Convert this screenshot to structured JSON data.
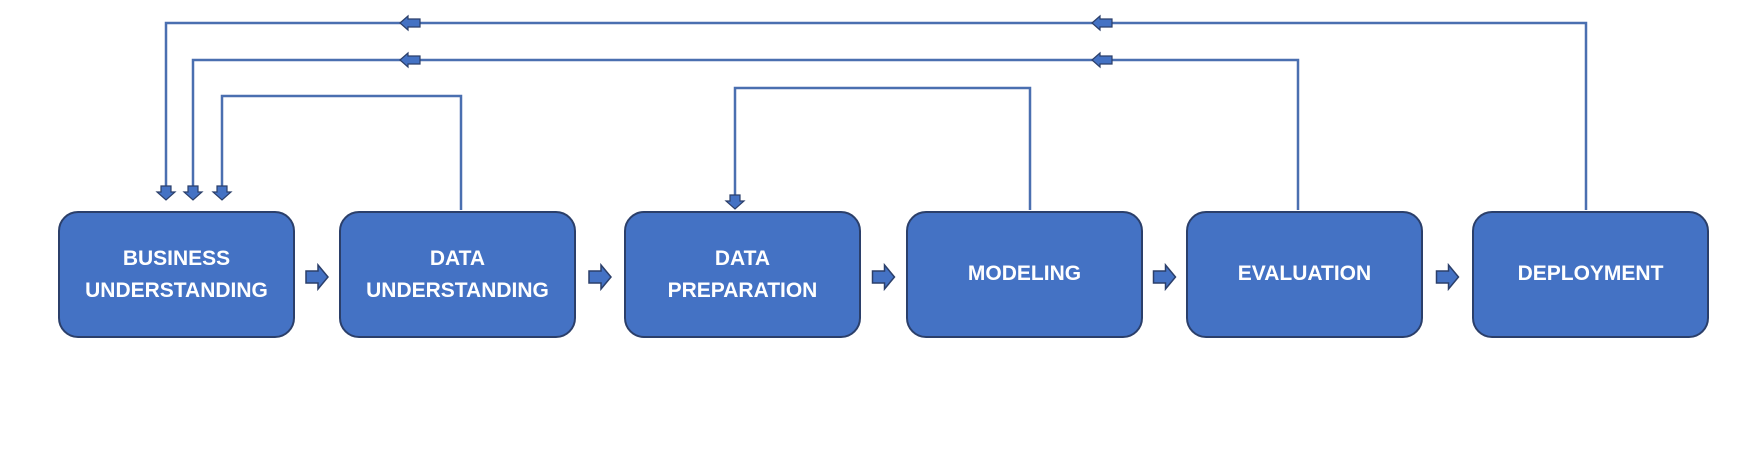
{
  "colors": {
    "box_fill": "#4472c4",
    "box_border": "#2b3f6a",
    "line": "#4a6fb0",
    "arrow_fill": "#4472c4",
    "arrow_stroke": "#2b3f6a",
    "text": "#ffffff"
  },
  "stages": [
    {
      "id": "business-understanding",
      "lines": [
        "BUSINESS",
        "UNDERSTANDING"
      ]
    },
    {
      "id": "data-understanding",
      "lines": [
        "DATA",
        "UNDERSTANDING"
      ]
    },
    {
      "id": "data-preparation",
      "lines": [
        "DATA",
        "PREPARATION"
      ]
    },
    {
      "id": "modeling",
      "lines": [
        "MODELING"
      ]
    },
    {
      "id": "evaluation",
      "lines": [
        "EVALUATION"
      ]
    },
    {
      "id": "deployment",
      "lines": [
        "DEPLOYMENT"
      ]
    }
  ],
  "forward_flow": [
    {
      "from": "business-understanding",
      "to": "data-understanding"
    },
    {
      "from": "data-understanding",
      "to": "data-preparation"
    },
    {
      "from": "data-preparation",
      "to": "modeling"
    },
    {
      "from": "modeling",
      "to": "evaluation"
    },
    {
      "from": "evaluation",
      "to": "deployment"
    }
  ],
  "feedback_loops": [
    {
      "from": "deployment",
      "to": "business-understanding"
    },
    {
      "from": "evaluation",
      "to": "business-understanding"
    },
    {
      "from": "data-understanding",
      "to": "business-understanding"
    },
    {
      "from": "modeling",
      "to": "data-preparation"
    }
  ]
}
